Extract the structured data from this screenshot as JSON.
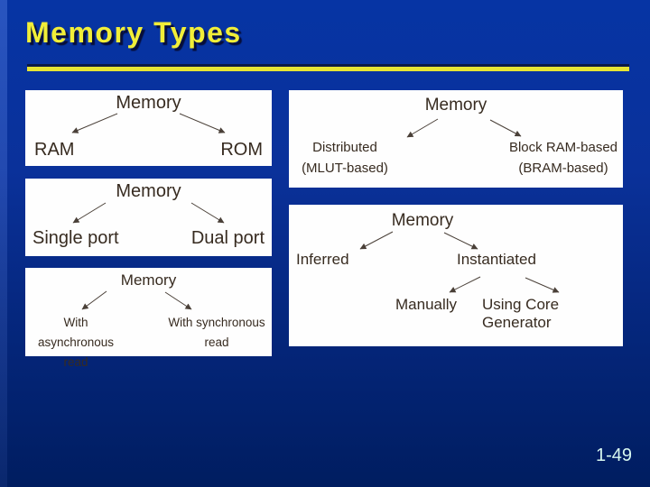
{
  "slide": {
    "title": "Memory Types",
    "page_number": "1-49"
  },
  "diagrams": [
    {
      "root": "Memory",
      "left": "RAM",
      "right": "ROM"
    },
    {
      "root": "Memory",
      "left": "Single port",
      "right": "Dual port"
    },
    {
      "root": "Memory",
      "left": "With asynchronous\nread",
      "right": "With synchronous\nread"
    },
    {
      "root": "Memory",
      "left": "Distributed\n(MLUT-based)",
      "right": "Block RAM-based\n(BRAM-based)"
    },
    {
      "root": "Memory",
      "left": "Inferred",
      "right": "Instantiated",
      "sub_left": "Manually",
      "sub_right": "Using Core Generator"
    }
  ],
  "colors": {
    "background_top": "#0634A4",
    "background_bottom": "#001D60",
    "title": "#F1EE38",
    "rule": "#E6E434",
    "box_background": "#FEFEFE",
    "tree_text": "#372B20",
    "page_number": "#D8F8F0"
  }
}
